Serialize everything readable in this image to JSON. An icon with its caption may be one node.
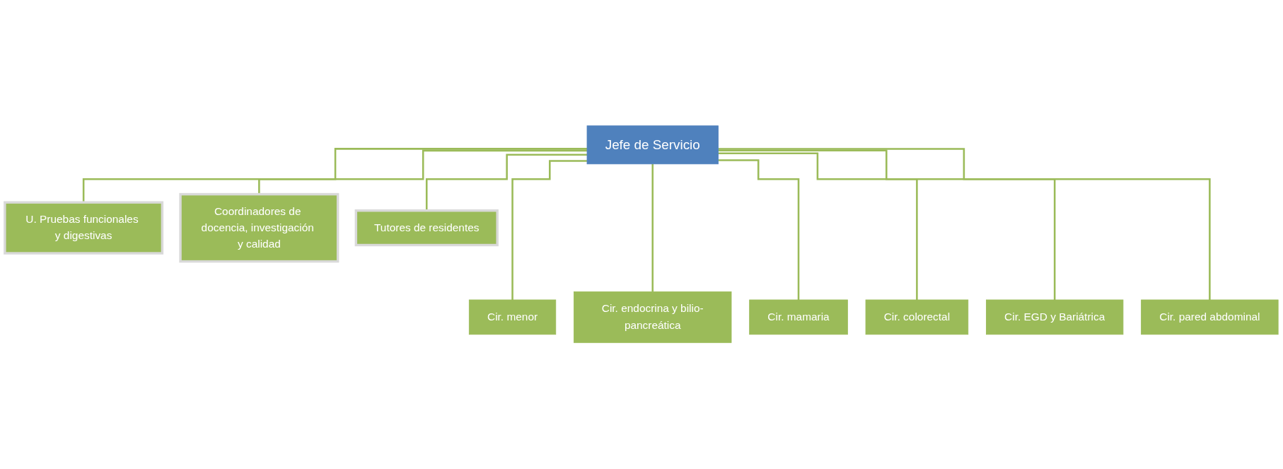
{
  "diagram": {
    "nodes": [
      {
        "text": [
          "Jefe de Servicio"
        ]
      },
      {
        "text": [
          "U. Pruebas funcionales y digestivas"
        ]
      },
      {
        "text": [
          "Coordinadores de docencia, investigación y calidad"
        ]
      },
      {
        "text": [
          "Tutores de residentes"
        ]
      },
      {
        "text": [
          "Cir. menor"
        ]
      },
      {
        "text": [
          "Cir. endocrina y bilio-pancreática"
        ]
      },
      {
        "text": [
          "Cir. mamaria"
        ]
      },
      {
        "text": [
          "Cir. colorectal"
        ]
      },
      {
        "text": [
          "Cir. EGD y Bariátrica"
        ]
      },
      {
        "text": [
          "Cir. pared abdominal"
        ]
      }
    ],
    "edges": [
      {
        "from": 0,
        "to": 1,
        "arrow": "none"
      },
      {
        "from": 0,
        "to": 2,
        "arrow": "none"
      },
      {
        "from": 0,
        "to": 3,
        "arrow": "none"
      },
      {
        "from": 0,
        "to": 4,
        "arrow": "none"
      },
      {
        "from": 0,
        "to": 5,
        "arrow": "none"
      },
      {
        "from": 0,
        "to": 6,
        "arrow": "none"
      },
      {
        "from": 0,
        "to": 7,
        "arrow": "none"
      },
      {
        "from": 0,
        "to": 8,
        "arrow": "none"
      },
      {
        "from": 0,
        "to": 9,
        "arrow": "none"
      }
    ]
  }
}
